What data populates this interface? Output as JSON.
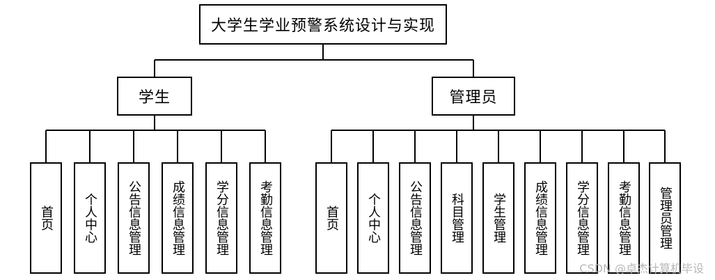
{
  "diagram": {
    "root": {
      "label": "大学生学业预警系统设计与实现"
    },
    "branches": [
      {
        "label": "学生",
        "children": [
          "首页",
          "个人中心",
          "公告信息管理",
          "成绩信息管理",
          "学分信息管理",
          "考勤信息管理"
        ]
      },
      {
        "label": "管理员",
        "children": [
          "首页",
          "个人中心",
          "公告信息管理",
          "科目管理",
          "学生管理",
          "成绩信息管理",
          "学分信息管理",
          "考勤信息管理",
          "管理员管理"
        ]
      }
    ]
  },
  "watermark": "CSDN @卓杰计算机毕设"
}
